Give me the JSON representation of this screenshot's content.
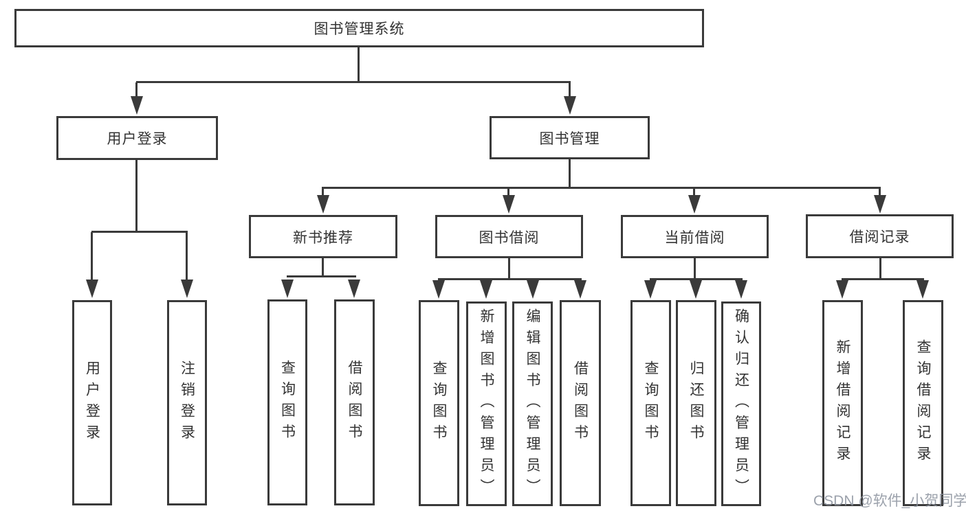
{
  "nodes": {
    "root": {
      "label": "图书管理系统"
    },
    "user_login": {
      "label": "用户登录"
    },
    "book_management": {
      "label": "图书管理"
    },
    "new_book_recommend": {
      "label": "新书推荐"
    },
    "book_borrowing": {
      "label": "图书借阅"
    },
    "current_borrowing": {
      "label": "当前借阅"
    },
    "borrowing_records": {
      "label": "借阅记录"
    },
    "user_login_action": {
      "label": "用户登录"
    },
    "logout_action": {
      "label": "注销登录"
    },
    "recommend_query_books": {
      "label": "查询图书"
    },
    "recommend_borrow_books": {
      "label": "借阅图书"
    },
    "borrowing_query_books": {
      "label": "查询图书"
    },
    "borrowing_add_books": {
      "label": "新增图书（管理员）"
    },
    "borrowing_edit_books": {
      "label": "编辑图书（管理员）"
    },
    "borrowing_borrow_books": {
      "label": "借阅图书"
    },
    "current_query_books": {
      "label": "查询图书"
    },
    "current_return_books": {
      "label": "归还图书"
    },
    "current_confirm_return": {
      "label": "确认归还（管理员）"
    },
    "records_add_record": {
      "label": "新增借阅记录"
    },
    "records_query_record": {
      "label": "查询借阅记录"
    }
  },
  "watermark": {
    "text": "CSDN @软件_小贺同学"
  },
  "colors": {
    "line": "#3a3a3a",
    "text": "#333333",
    "background": "#ffffff",
    "watermark": "#8a909c"
  }
}
